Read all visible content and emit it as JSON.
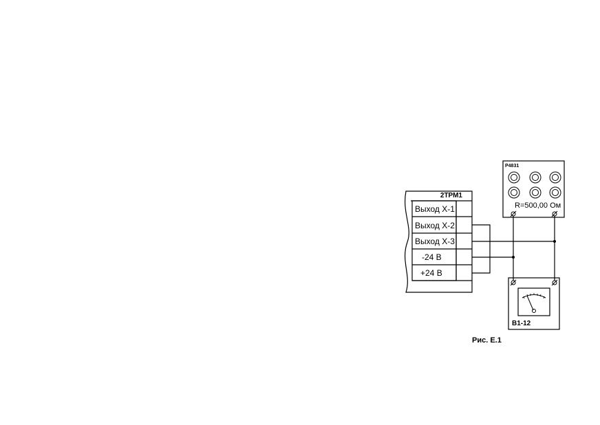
{
  "device": {
    "title": "2ТРМ1",
    "rows": [
      "Выход Х-1",
      "Выход Х-2",
      "Выход Х-3",
      "-24 В",
      "+24 В"
    ]
  },
  "resistor_box": {
    "title": "Р4831",
    "value": "R=500,00 Ом"
  },
  "voltmeter": {
    "label": "В1-12"
  },
  "caption": "Рис. Е.1",
  "colors": {
    "line": "#000000",
    "background": "#ffffff"
  }
}
